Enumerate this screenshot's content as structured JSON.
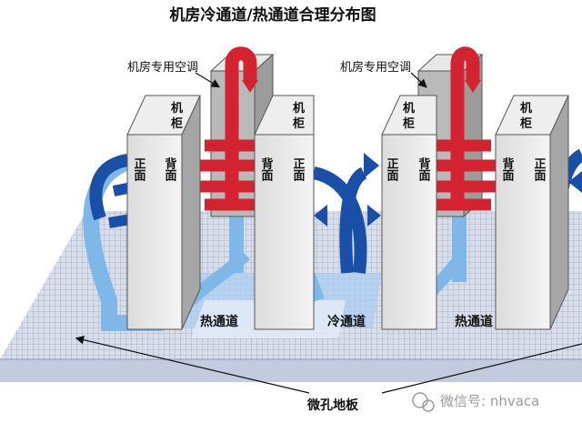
{
  "title": "机房冷通道/热通道合理分布图",
  "labels": {
    "ac_left": "机房专用空调",
    "ac_right": "机房专用空调",
    "hot_aisle_left": "热通道",
    "cold_aisle": "冷通道",
    "hot_aisle_right": "热通道",
    "floor": "微孔地板"
  },
  "cabinet": {
    "top_line1": "机",
    "top_line2": "柜",
    "front": "正面",
    "back": "背面"
  },
  "watermark": "微信号: nhvaca",
  "colors": {
    "cold_air": "#1a4fa8",
    "cold_air_light": "#7fb8e8",
    "hot_air": "#d42330",
    "floor": "#cfd6e6"
  }
}
